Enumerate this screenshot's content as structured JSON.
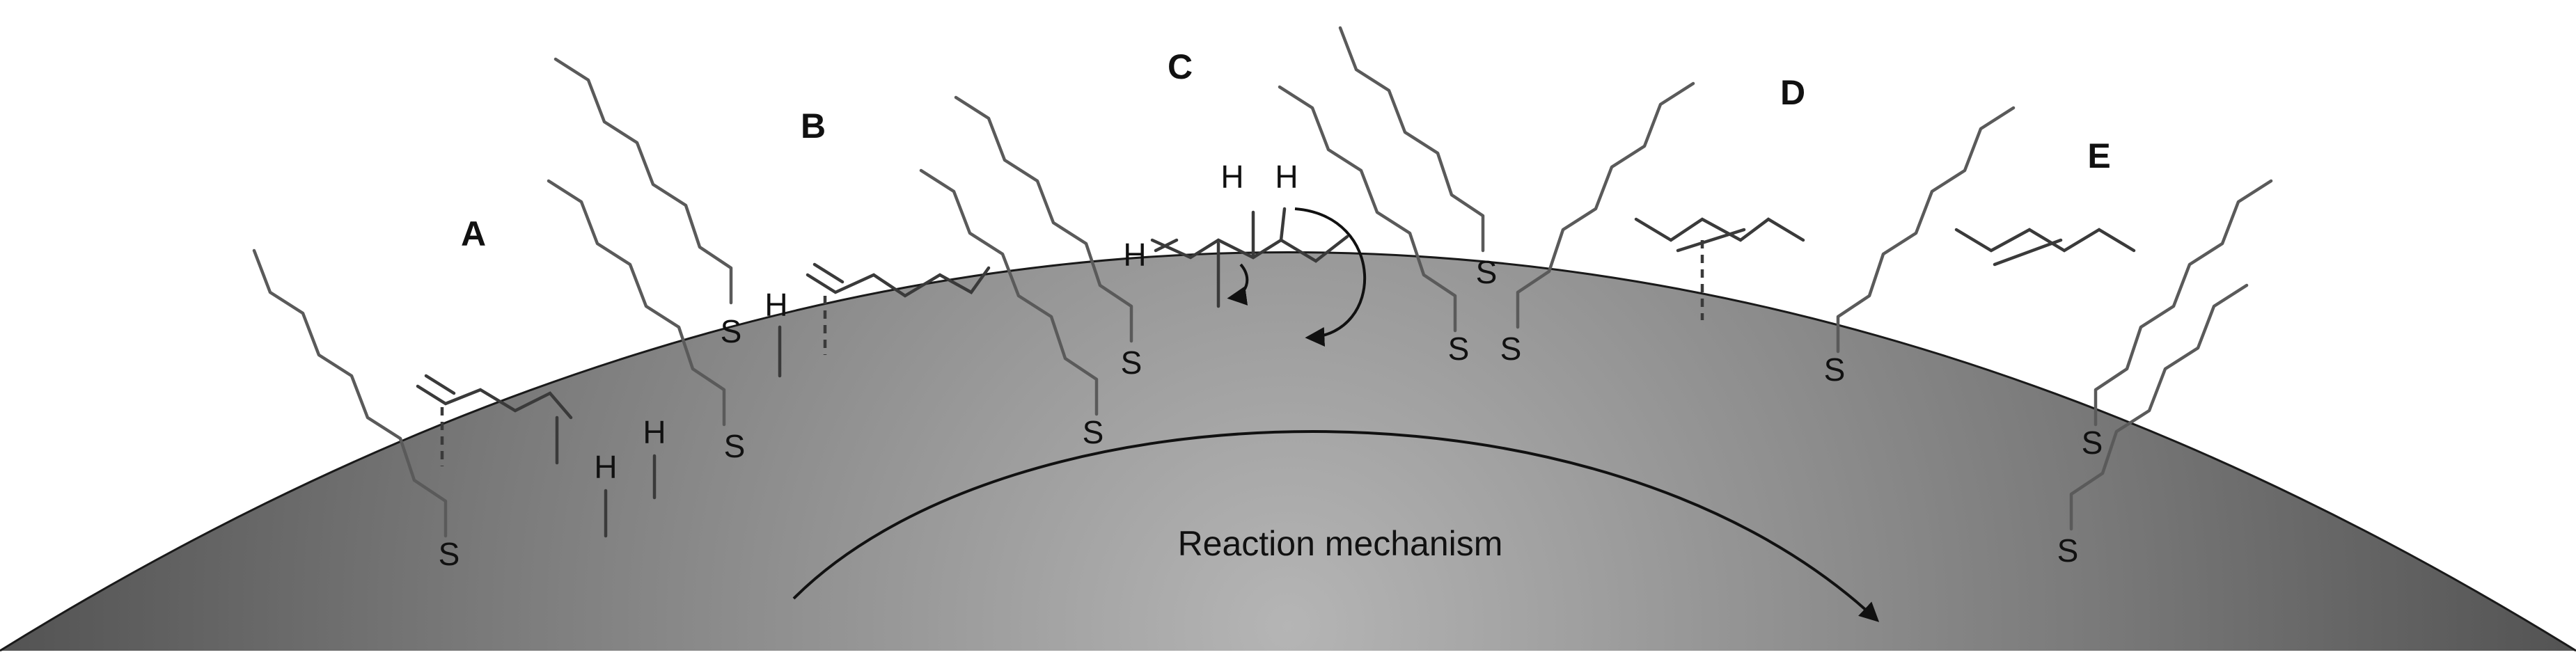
{
  "labels": {
    "step_a": "A",
    "step_b": "B",
    "step_c": "C",
    "step_d": "D",
    "step_e": "E",
    "sulfur": "S",
    "hydrogen": "H",
    "caption": "Reaction mechanism"
  },
  "colors": {
    "particle_light": "#b5b5b5",
    "particle_dark": "#454545",
    "particle_edge": "#1a1a1a",
    "chain": "#5a5a5a",
    "bond": "#3a3a3a",
    "text": "#111111"
  }
}
